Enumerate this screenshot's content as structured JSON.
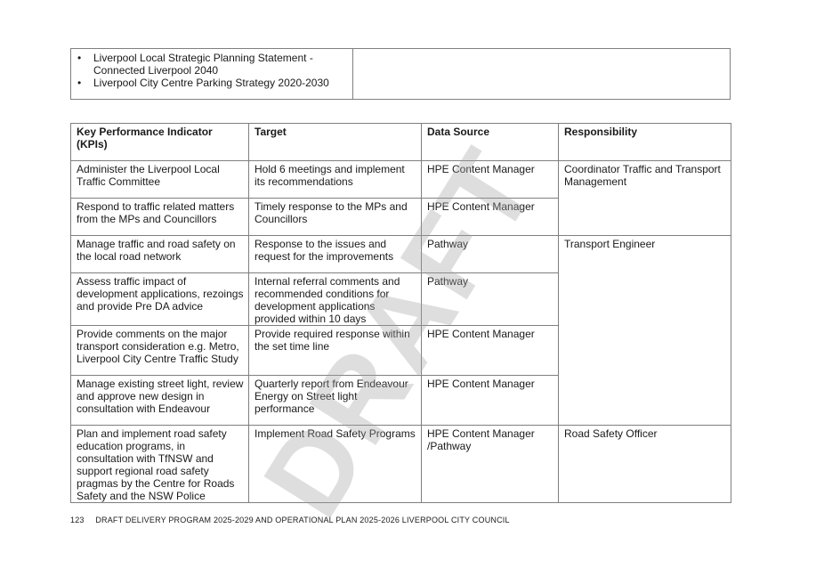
{
  "related_plans": [
    "Liverpool Local Strategic Planning Statement - Connected Liverpool 2040",
    "Liverpool City Centre Parking Strategy 2020-2030"
  ],
  "kpi_table": {
    "headers": {
      "kpi": "Key Performance Indicator (KPIs)",
      "target": "Target",
      "data_source": "Data Source",
      "responsibility": "Responsibility"
    },
    "rows": [
      {
        "kpi": "Administer the Liverpool Local Traffic Committee",
        "target": " Hold 6 meetings and implement its recommendations",
        "data_source": "HPE Content Manager"
      },
      {
        "kpi": "Respond to traffic related matters from the MPs and Councillors",
        "target": "Timely response to the MPs and Councillors",
        "data_source": "HPE Content Manager"
      },
      {
        "kpi": "Manage traffic and road safety on the local road network",
        "target": "Response to the issues and request for the improvements",
        "data_source": "Pathway"
      },
      {
        "kpi": "Assess traffic impact of development applications, rezoings and provide Pre DA advice",
        "target": "Internal referral comments and recommended conditions for development applications provided within 10 days",
        "data_source": "Pathway"
      },
      {
        "kpi": "Provide comments on the major transport consideration e.g. Metro, Liverpool City Centre Traffic Study",
        "target": "Provide required response within the set time line",
        "data_source": "HPE Content Manager"
      },
      {
        "kpi": "Manage existing street light, review and approve new design in consultation with Endeavour",
        "target": "Quarterly report from Endeavour Energy on Street light performance",
        "data_source": "HPE Content Manager"
      },
      {
        "kpi": "Plan and implement road safety education programs, in consultation with TfNSW  and support regional road safety pragmas by the Centre for Roads Safety and the NSW Police",
        "target": "Implement Road Safety Programs",
        "data_source": "HPE Content Manager /Pathway"
      }
    ],
    "responsibilities": [
      "Coordinator Traffic and Transport Management",
      "Transport Engineer",
      "Road Safety Officer"
    ]
  },
  "watermark": "DRAFT",
  "footer": {
    "page_number": "123",
    "text": "DRAFT DELIVERY PROGRAM 2025-2029 AND OPERATIONAL PLAN 2025-2026 LIVERPOOL CITY COUNCIL"
  }
}
